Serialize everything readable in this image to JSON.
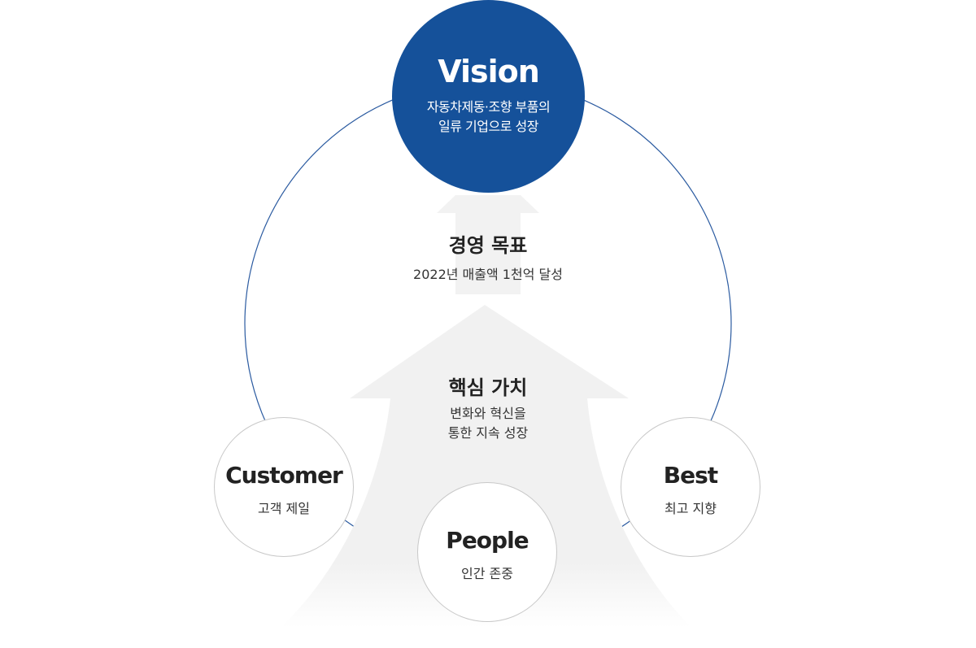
{
  "vision": {
    "title": "Vision",
    "desc": "자동차제동·조향 부품의\n일류 기업으로 성장"
  },
  "management_goal": {
    "title": "경영 목표",
    "desc": "2022년 매출액 1천억 달성"
  },
  "core_value": {
    "title": "핵심 가치",
    "desc": "변화와 혁신을\n통한 지속 성장"
  },
  "values": [
    {
      "name": "Customer",
      "desc": "고객 제일"
    },
    {
      "name": "People",
      "desc": "인간 존중"
    },
    {
      "name": "Best",
      "desc": "최고 지향"
    }
  ],
  "colors": {
    "primary": "#15519a",
    "ring": "#2a5aa0",
    "arrow": "#eeeeee",
    "small_border": "#c8c8c8"
  }
}
